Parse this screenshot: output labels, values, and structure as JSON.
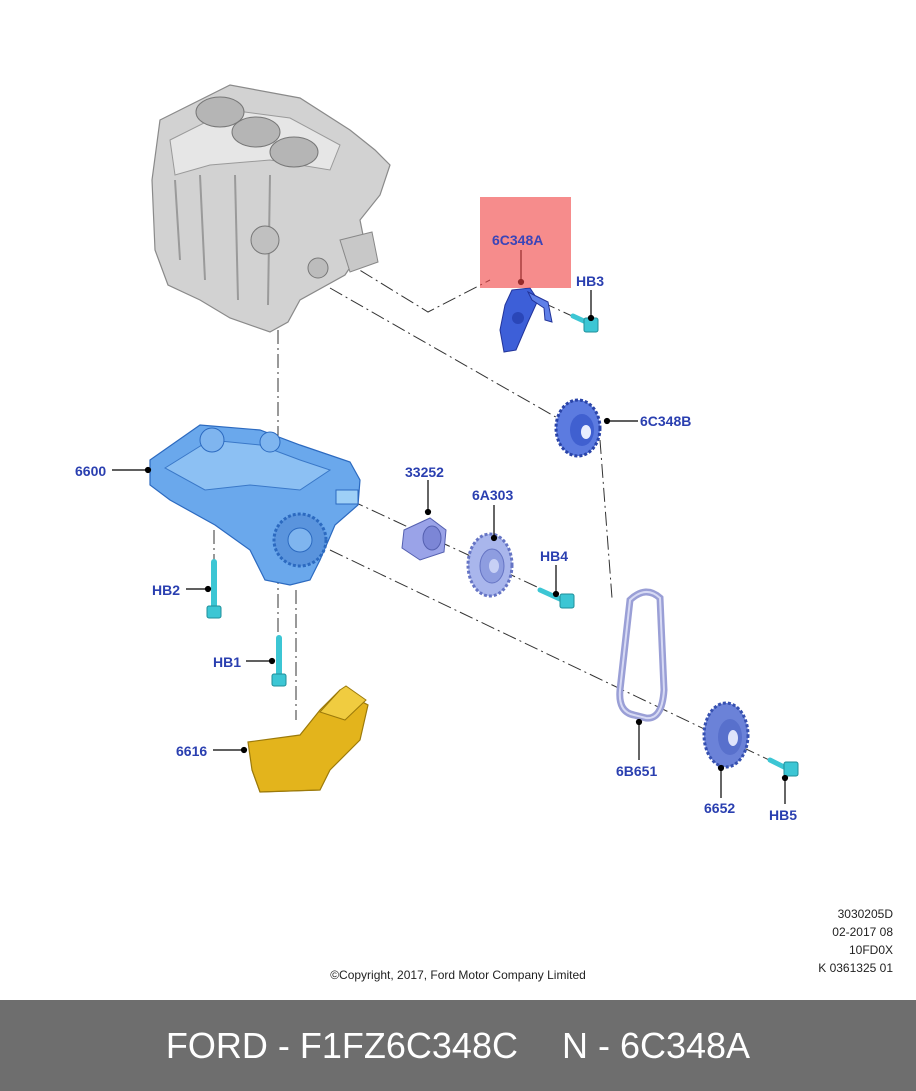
{
  "colors": {
    "label": "#2a3fb0",
    "highlight_box": "#f04646",
    "footer_bg": "#6e6e6e",
    "pump_blue": "#4a8ee0",
    "bolt_cyan": "#3cc6d4",
    "shield_yellow": "#e0b21a",
    "block_gray": "#cfcfcf"
  },
  "callouts": {
    "c6C348A": "6C348A",
    "HB3": "HB3",
    "c6C348B": "6C348B",
    "c6600": "6600",
    "c33252": "33252",
    "c6A303": "6A303",
    "HB4": "HB4",
    "HB2": "HB2",
    "HB1": "HB1",
    "c6616": "6616",
    "c6B651": "6B651",
    "c6652": "6652",
    "HB5": "HB5"
  },
  "meta": {
    "line1": "3030205D",
    "line2": "02-2017 08",
    "line3": "10FD0X",
    "line4": "K 0361325 01"
  },
  "copyright": "©Copyright, 2017, Ford Motor Company Limited",
  "footer": {
    "part_number": "FORD - F1FZ6C348C",
    "ref_number": "N - 6C348A"
  }
}
